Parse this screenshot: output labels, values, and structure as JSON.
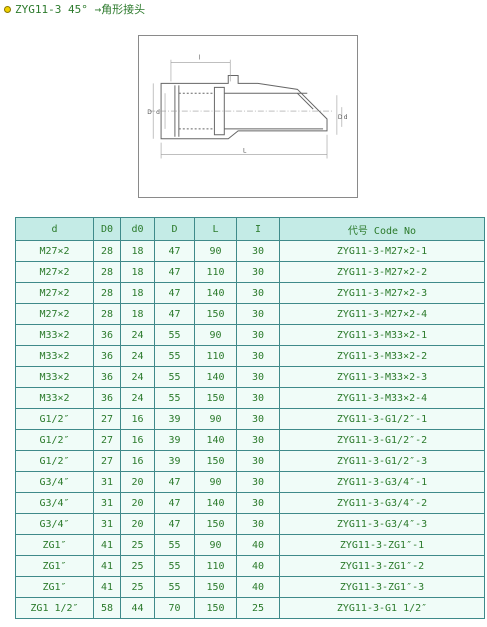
{
  "header": {
    "title": "ZYG11-3 45° →角形接头"
  },
  "figure": {
    "dimension_labels": {
      "top": "l",
      "left_outer": "D",
      "left_inner": "d",
      "right_outer": "D",
      "right_inner": "d",
      "bottom": "L"
    }
  },
  "table": {
    "columns": [
      "d",
      "D0",
      "d0",
      "D",
      "L",
      "I",
      "代号 Code No"
    ],
    "rows": [
      [
        "M27×2",
        "28",
        "18",
        "47",
        "90",
        "30",
        "ZYG11-3-M27×2-1"
      ],
      [
        "M27×2",
        "28",
        "18",
        "47",
        "110",
        "30",
        "ZYG11-3-M27×2-2"
      ],
      [
        "M27×2",
        "28",
        "18",
        "47",
        "140",
        "30",
        "ZYG11-3-M27×2-3"
      ],
      [
        "M27×2",
        "28",
        "18",
        "47",
        "150",
        "30",
        "ZYG11-3-M27×2-4"
      ],
      [
        "M33×2",
        "36",
        "24",
        "55",
        "90",
        "30",
        "ZYG11-3-M33×2-1"
      ],
      [
        "M33×2",
        "36",
        "24",
        "55",
        "110",
        "30",
        "ZYG11-3-M33×2-2"
      ],
      [
        "M33×2",
        "36",
        "24",
        "55",
        "140",
        "30",
        "ZYG11-3-M33×2-3"
      ],
      [
        "M33×2",
        "36",
        "24",
        "55",
        "150",
        "30",
        "ZYG11-3-M33×2-4"
      ],
      [
        "G1/2″",
        "27",
        "16",
        "39",
        "90",
        "30",
        "ZYG11-3-G1/2″-1"
      ],
      [
        "G1/2″",
        "27",
        "16",
        "39",
        "140",
        "30",
        "ZYG11-3-G1/2″-2"
      ],
      [
        "G1/2″",
        "27",
        "16",
        "39",
        "150",
        "30",
        "ZYG11-3-G1/2″-3"
      ],
      [
        "G3/4″",
        "31",
        "20",
        "47",
        "90",
        "30",
        "ZYG11-3-G3/4″-1"
      ],
      [
        "G3/4″",
        "31",
        "20",
        "47",
        "140",
        "30",
        "ZYG11-3-G3/4″-2"
      ],
      [
        "G3/4″",
        "31",
        "20",
        "47",
        "150",
        "30",
        "ZYG11-3-G3/4″-3"
      ],
      [
        "ZG1″",
        "41",
        "25",
        "55",
        "90",
        "40",
        "ZYG11-3-ZG1″-1"
      ],
      [
        "ZG1″",
        "41",
        "25",
        "55",
        "110",
        "40",
        "ZYG11-3-ZG1″-2"
      ],
      [
        "ZG1″",
        "41",
        "25",
        "55",
        "150",
        "40",
        "ZYG11-3-ZG1″-3"
      ],
      [
        "ZG1 1/2″",
        "58",
        "44",
        "70",
        "150",
        "25",
        "ZYG11-3-G1 1/2″"
      ]
    ]
  }
}
